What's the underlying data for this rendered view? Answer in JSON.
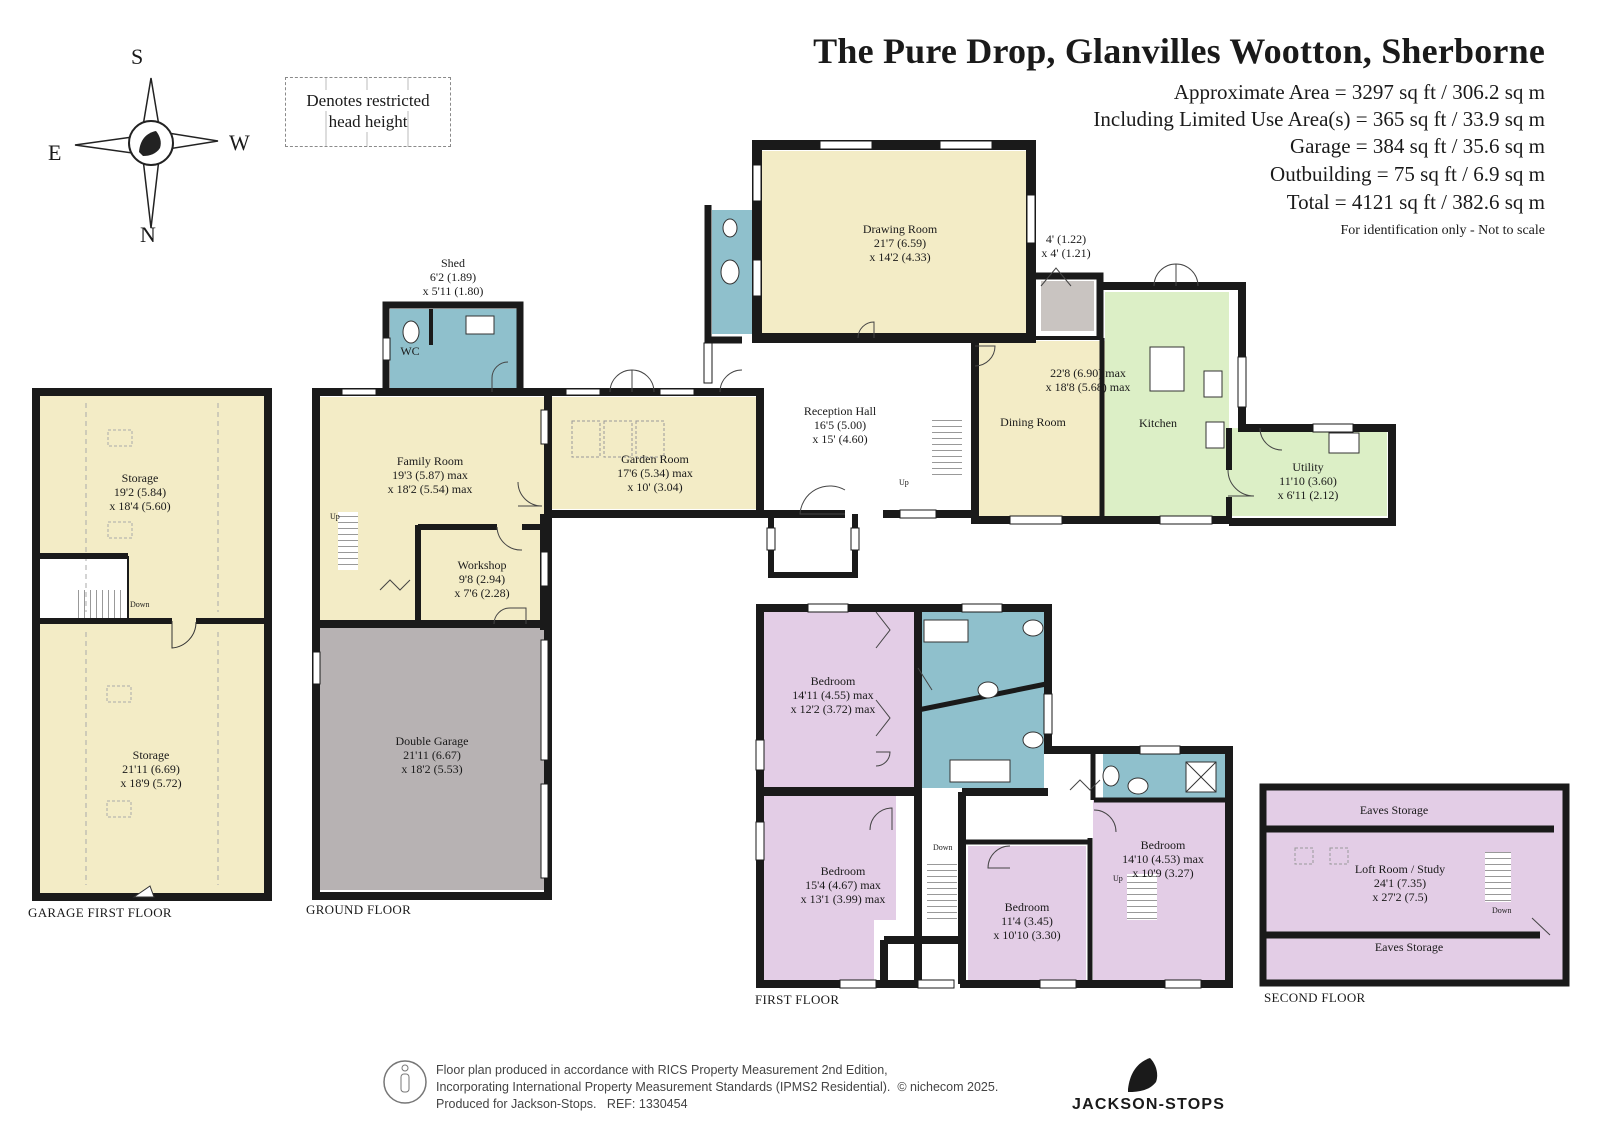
{
  "header": {
    "title": "The Pure Drop, Glanvilles Wootton, Sherborne",
    "areas": [
      "Approximate Area = 3297 sq ft / 306.2 sq m",
      "Including Limited Use Area(s) = 365 sq ft / 33.9 sq m",
      "Garage = 384 sq ft / 35.6 sq m",
      "Outbuilding = 75 sq ft / 6.9 sq m",
      "Total = 4121 sq ft / 382.6 sq m"
    ],
    "note": "For identification only - Not to scale"
  },
  "legend": {
    "line1": "Denotes restricted",
    "line2": "head height"
  },
  "compass": {
    "top": "S",
    "bottom": "N",
    "left": "E",
    "right": "W"
  },
  "colors": {
    "wall": "#1a1a1a",
    "beige": "#f3ecc6",
    "green": "#dcefc6",
    "blue": "#8fc0cc",
    "grey": "#b7b2b3",
    "purple": "#e3cde6",
    "lightgrey": "#c9c4c1"
  },
  "floors": {
    "garage_first": "GARAGE FIRST FLOOR",
    "ground": "GROUND FLOOR",
    "first": "FIRST FLOOR",
    "second": "SECOND FLOOR"
  },
  "rooms": {
    "storage_upper": {
      "name": "Storage",
      "l1": "19'2 (5.84)",
      "l2": "x 18'4 (5.60)"
    },
    "storage_lower": {
      "name": "Storage",
      "l1": "21'11 (6.69)",
      "l2": "x 18'9 (5.72)"
    },
    "shed": {
      "name": "Shed",
      "l1": "6'2 (1.89)",
      "l2": "x 5'11 (1.80)"
    },
    "wc": {
      "name": "WC"
    },
    "family": {
      "name": "Family Room",
      "l1": "19'3 (5.87) max",
      "l2": "x 18'2 (5.54)  max"
    },
    "garden": {
      "name": "Garden Room",
      "l1": "17'6 (5.34) max",
      "l2": "x 10' (3.04)"
    },
    "workshop": {
      "name": "Workshop",
      "l1": "9'8 (2.94)",
      "l2": "x 7'6 (2.28)"
    },
    "garage": {
      "name": "Double Garage",
      "l1": "21'11 (6.67)",
      "l2": "x 18'2 (5.53)"
    },
    "drawing": {
      "name": "Drawing Room",
      "l1": "21'7 (6.59)",
      "l2": "x 14'2 (4.33)"
    },
    "closet": {
      "l1": "4' (1.22)",
      "l2": "x 4' (1.21)"
    },
    "reception": {
      "name": "Reception Hall",
      "l1": "16'5 (5.00)",
      "l2": "x 15' (4.60)"
    },
    "dining": {
      "name": "Dining Room"
    },
    "dining_dims": {
      "l1": "22'8 (6.90) max",
      "l2": "x 18'8 (5.68)  max"
    },
    "kitchen": {
      "name": "Kitchen"
    },
    "utility": {
      "name": "Utility",
      "l1": "11'10 (3.60)",
      "l2": "x 6'11 (2.12)"
    },
    "bed1": {
      "name": "Bedroom",
      "l1": "14'11 (4.55) max",
      "l2": "x 12'2 (3.72)  max"
    },
    "bed2": {
      "name": "Bedroom",
      "l1": "15'4 (4.67) max",
      "l2": "x 13'1 (3.99) max"
    },
    "bed3": {
      "name": "Bedroom",
      "l1": "11'4 (3.45)",
      "l2": "x 10'10 (3.30)"
    },
    "bed4": {
      "name": "Bedroom",
      "l1": "14'10 (4.53) max",
      "l2": "x 10'9 (3.27)"
    },
    "eaves_top": {
      "name": "Eaves Storage"
    },
    "eaves_bottom": {
      "name": "Eaves Storage"
    },
    "loft": {
      "name": "Loft Room / Study",
      "l1": "24'1 (7.35)",
      "l2": "x 27'2 (7.5)"
    }
  },
  "stairs": {
    "up": "Up",
    "down": "Down"
  },
  "footer": {
    "line1": "Floor plan produced in accordance with RICS Property Measurement 2nd Edition,",
    "line2": "Incorporating International Property Measurement Standards (IPMS2 Residential).",
    "copyright": "© nichecom 2025.",
    "line3": "Produced for Jackson-Stops.",
    "ref": "REF:  1330454",
    "brand": "JACKSON-STOPS"
  }
}
